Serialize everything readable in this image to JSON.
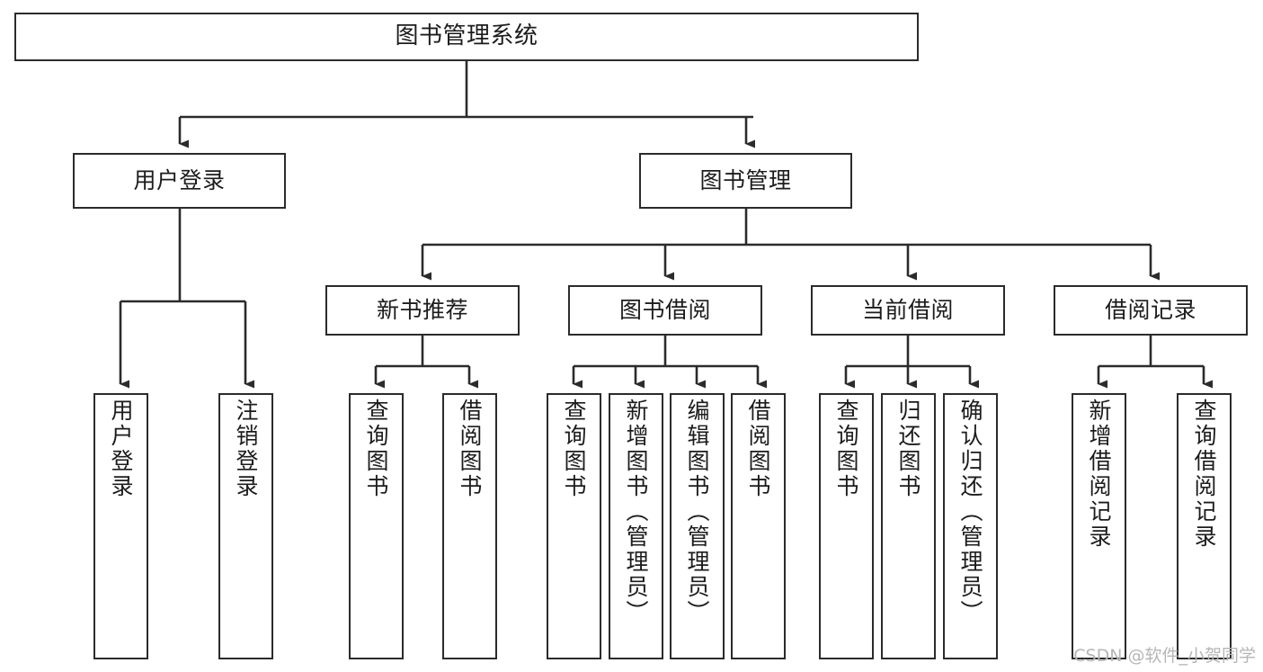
{
  "diagram": {
    "type": "tree-hierarchy-chart",
    "title": "图书管理系统",
    "orientation": "top-down",
    "box_stroke_color": "#2b2b2b",
    "box_fill_color": "#ffffff",
    "text_color": "#1c1c1c",
    "watermark": "CSDN @软件_小贺同学"
  },
  "nodes": {
    "root": {
      "label": "图书管理系统"
    },
    "level2": [
      {
        "label": "用户登录"
      },
      {
        "label": "图书管理"
      }
    ],
    "level3": [
      {
        "label": "新书推荐"
      },
      {
        "label": "图书借阅"
      },
      {
        "label": "当前借阅"
      },
      {
        "label": "借阅记录"
      }
    ],
    "leaves_user_login": [
      {
        "label": "用户登录"
      },
      {
        "label": "注销登录"
      }
    ],
    "leaves_new_book": [
      {
        "label": "查询图书"
      },
      {
        "label": "借阅图书"
      }
    ],
    "leaves_borrow": [
      {
        "label": "查询图书"
      },
      {
        "label": "新增图书（管理员）"
      },
      {
        "label": "编辑图书（管理员）"
      },
      {
        "label": "借阅图书"
      }
    ],
    "leaves_current": [
      {
        "label": "查询图书"
      },
      {
        "label": "归还图书"
      },
      {
        "label": "确认归还（管理员）"
      }
    ],
    "leaves_record": [
      {
        "label": "新增借阅记录"
      },
      {
        "label": "查询借阅记录"
      }
    ]
  },
  "chart_data": {
    "type": "tree",
    "title": "图书管理系统",
    "hierarchy": [
      {
        "name": "图书管理系统",
        "children": [
          {
            "name": "用户登录",
            "children": [
              {
                "name": "用户登录"
              },
              {
                "name": "注销登录"
              }
            ]
          },
          {
            "name": "图书管理",
            "children": [
              {
                "name": "新书推荐",
                "children": [
                  {
                    "name": "查询图书"
                  },
                  {
                    "name": "借阅图书"
                  }
                ]
              },
              {
                "name": "图书借阅",
                "children": [
                  {
                    "name": "查询图书"
                  },
                  {
                    "name": "新增图书（管理员）"
                  },
                  {
                    "name": "编辑图书（管理员）"
                  },
                  {
                    "name": "借阅图书"
                  }
                ]
              },
              {
                "name": "当前借阅",
                "children": [
                  {
                    "name": "查询图书"
                  },
                  {
                    "name": "归还图书"
                  },
                  {
                    "name": "确认归还（管理员）"
                  }
                ]
              },
              {
                "name": "借阅记录",
                "children": [
                  {
                    "name": "新增借阅记录"
                  },
                  {
                    "name": "查询借阅记录"
                  }
                ]
              }
            ]
          }
        ]
      }
    ]
  }
}
